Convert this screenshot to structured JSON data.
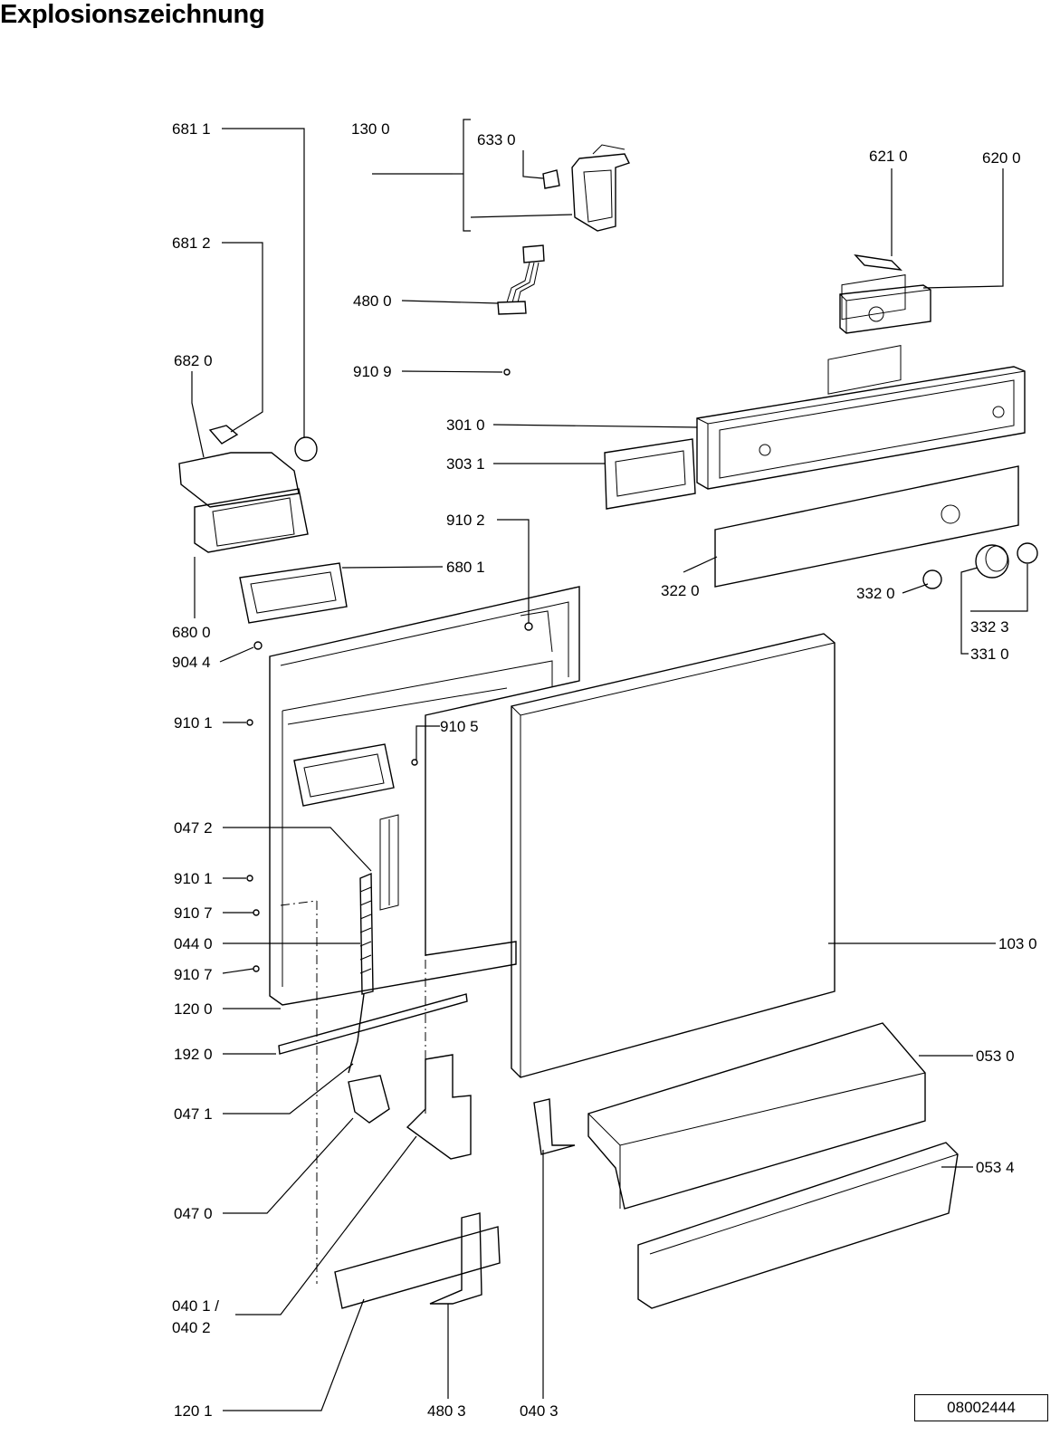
{
  "title": "Explosionszeichnung",
  "drawing_code": "08002444",
  "labels": {
    "p6811": "681 1",
    "p1300": "130 0",
    "p6330": "633 0",
    "p6210": "621 0",
    "p6200": "620 0",
    "p6812": "681 2",
    "p4800": "480 0",
    "p6820": "682 0",
    "p9109": "910 9",
    "p3010": "301 0",
    "p3031": "303 1",
    "p9102": "910 2",
    "p6801": "680 1",
    "p3220": "322 0",
    "p3320": "332 0",
    "p3323": "332 3",
    "p3310": "331 0",
    "p6800": "680 0",
    "p9044": "904 4",
    "p9101a": "910 1",
    "p9105": "910 5",
    "p0472": "047 2",
    "p9101b": "910 1",
    "p9107a": "910 7",
    "p0440": "044 0",
    "p9107b": "910 7",
    "p1030": "103 0",
    "p1200": "120 0",
    "p1920": "192 0",
    "p0530": "053 0",
    "p0471": "047 1",
    "p0534": "053 4",
    "p0470": "047 0",
    "p0401": "040 1 /",
    "p0402": "040 2",
    "p1201": "120 1",
    "p4803": "480 3",
    "p0403": "040 3"
  }
}
